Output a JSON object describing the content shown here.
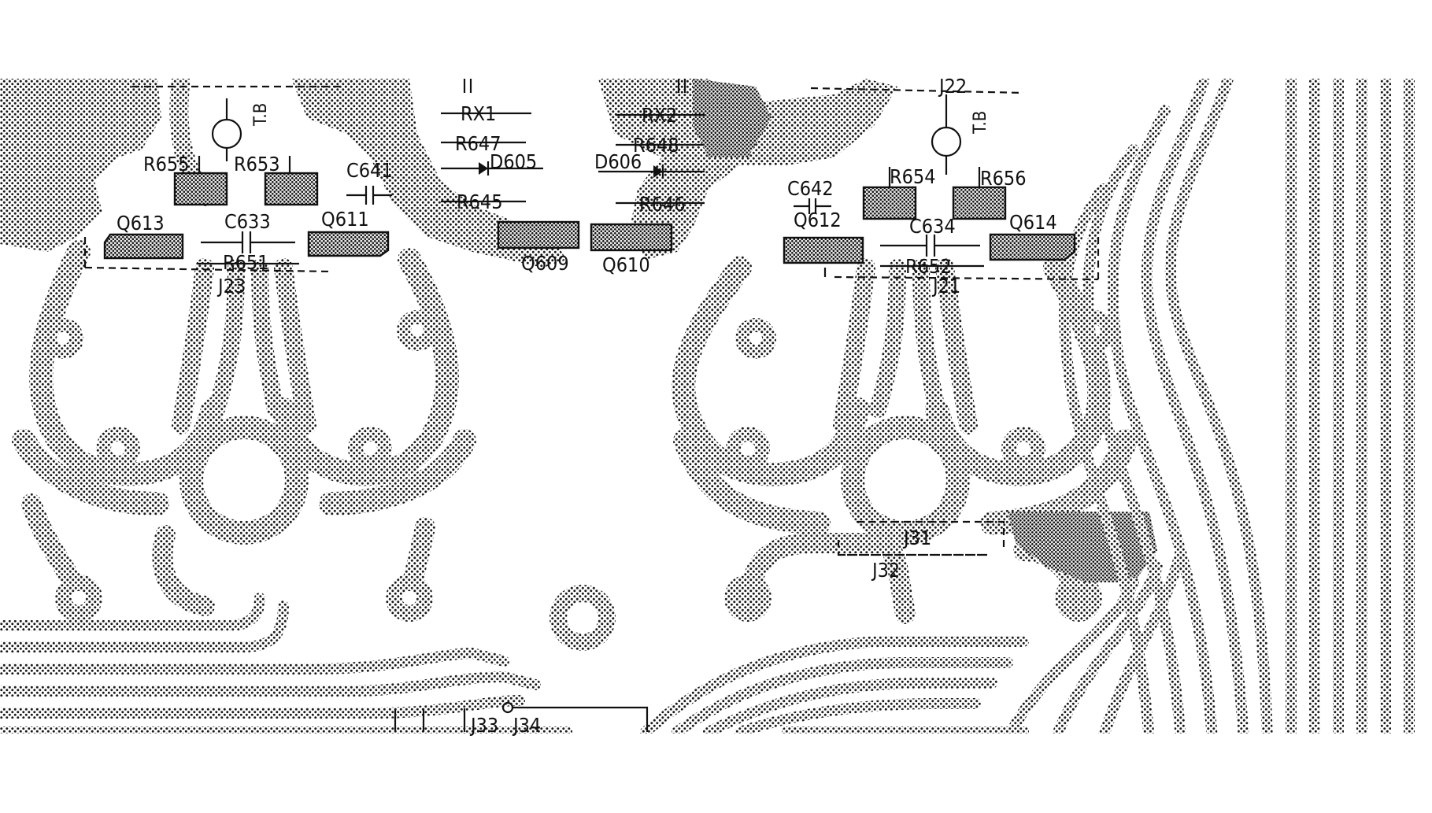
{
  "labels": {
    "r655": "R655",
    "r653": "R653",
    "c641": "C641",
    "q613": "Q613",
    "c633": "C633",
    "q611": "Q611",
    "r651": "R651",
    "j23": "J23",
    "rx1": "RX1",
    "r647": "R647",
    "d605": "D605",
    "r645": "R645",
    "q609": "Q609",
    "rx2": "RX2",
    "r648": "R648",
    "d606": "D606",
    "r646": "R646",
    "q610": "Q610",
    "c642": "C642",
    "r654": "R654",
    "r656": "R656",
    "q612": "Q612",
    "c634": "C634",
    "q614": "Q614",
    "r652": "R652",
    "j21": "J21",
    "j22": "J22",
    "j31": "J31",
    "j32": "J32",
    "j33": "J33",
    "j34": "J34",
    "tb_left": "T.B",
    "tb_right": "T.B"
  }
}
